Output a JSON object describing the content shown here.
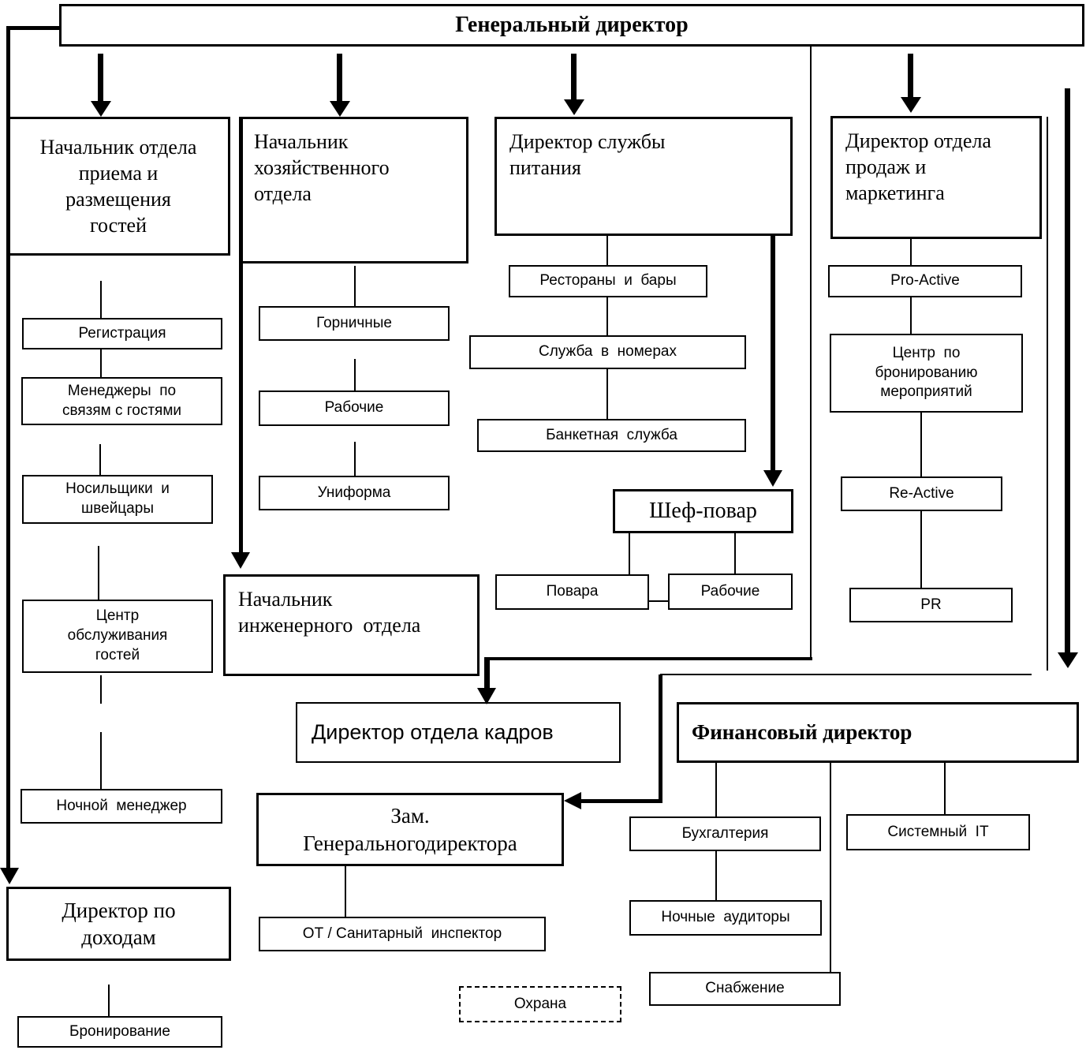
{
  "diagram": {
    "title": "Организационная структура — Генеральный директор",
    "nodes": {
      "gen_director": {
        "label": "Генеральный директор"
      },
      "reception_head": {
        "label": "Начальник отдела\nприема и\nразмещения\nгостей"
      },
      "household_head": {
        "label": "Начальник\nхозяйственного\nотдела"
      },
      "food_director": {
        "label": "Директор службы\nпитания"
      },
      "sales_director": {
        "label": "Директор отдела\nпродаж и\nмаркетинга"
      },
      "registration": {
        "label": "Регистрация"
      },
      "guest_relation_managers": {
        "label": "Менеджеры  по\nсвязям с гостями"
      },
      "porters": {
        "label": "Носильщики  и\nшвейцары"
      },
      "guest_service_center": {
        "label": "Центр\nобслуживания\nгостей"
      },
      "night_manager": {
        "label": "Ночной  менеджер"
      },
      "revenue_director": {
        "label": "Директор по\nдоходам"
      },
      "booking": {
        "label": "Бронирование"
      },
      "housemaids": {
        "label": "Горничные"
      },
      "household_workers": {
        "label": "Рабочие"
      },
      "uniform": {
        "label": "Униформа"
      },
      "engineering_head": {
        "label": "Начальник\nинженерного  отдела"
      },
      "restaurants": {
        "label": "Рестораны  и  бары"
      },
      "room_service": {
        "label": "Служба  в  номерах"
      },
      "banquet": {
        "label": "Банкетная  служба"
      },
      "chef": {
        "label": "Шеф-повар"
      },
      "cooks": {
        "label": "Повара"
      },
      "kitchen_workers": {
        "label": "Рабочие"
      },
      "pro_active": {
        "label": "Pro-Active"
      },
      "event_booking_center": {
        "label": "Центр  по\nбронированию\nмероприятий"
      },
      "re_active": {
        "label": "Re-Active"
      },
      "pr": {
        "label": "PR"
      },
      "hr_director": {
        "label": "Директор отдела кадров"
      },
      "fin_director": {
        "label": "Финансовый директор"
      },
      "deputy_director": {
        "label": "Зам.\nГенеральногодиректора"
      },
      "accounting": {
        "label": "Бухгалтерия"
      },
      "system_it": {
        "label": "Системный  IT"
      },
      "night_auditors": {
        "label": "Ночные  аудиторы"
      },
      "supply": {
        "label": "Снабжение"
      },
      "safety_inspector": {
        "label": "ОТ / Санитарный  инспектор"
      },
      "security": {
        "label": "Охрана"
      }
    }
  }
}
